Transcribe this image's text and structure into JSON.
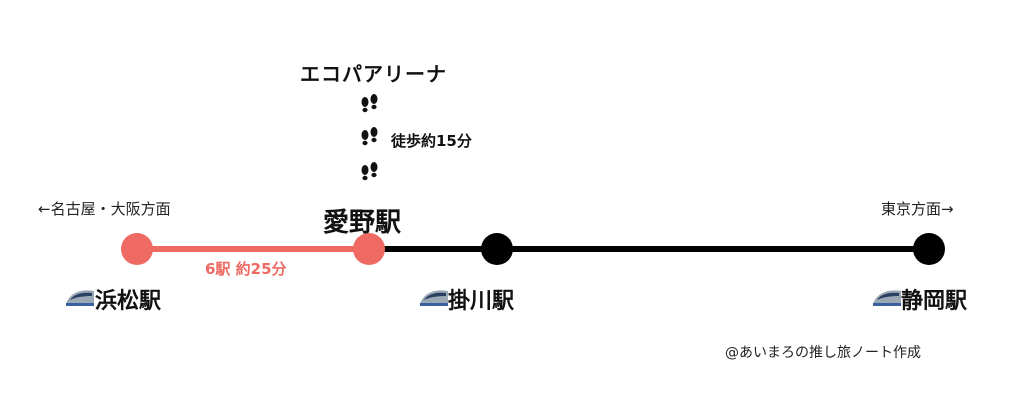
{
  "venue": {
    "name": "エコパアリーナ"
  },
  "walk": {
    "label": "徒歩約15分"
  },
  "directions": {
    "left": "←名古屋・大阪方面",
    "right": "東京方面→"
  },
  "stations": {
    "aino": "愛野駅",
    "hamamatsu": "浜松駅",
    "kakegawa": "掛川駅",
    "shizuoka": "静岡駅"
  },
  "segment": {
    "label": "6駅 約25分"
  },
  "credit": "@あいまろの推し旅ノート作成",
  "colors": {
    "highlight": "#ee6a63",
    "line": "#000000",
    "train": "#9aa8b4"
  },
  "icons": {
    "walk": "footprints-icon",
    "train": "shinkansen-icon"
  }
}
